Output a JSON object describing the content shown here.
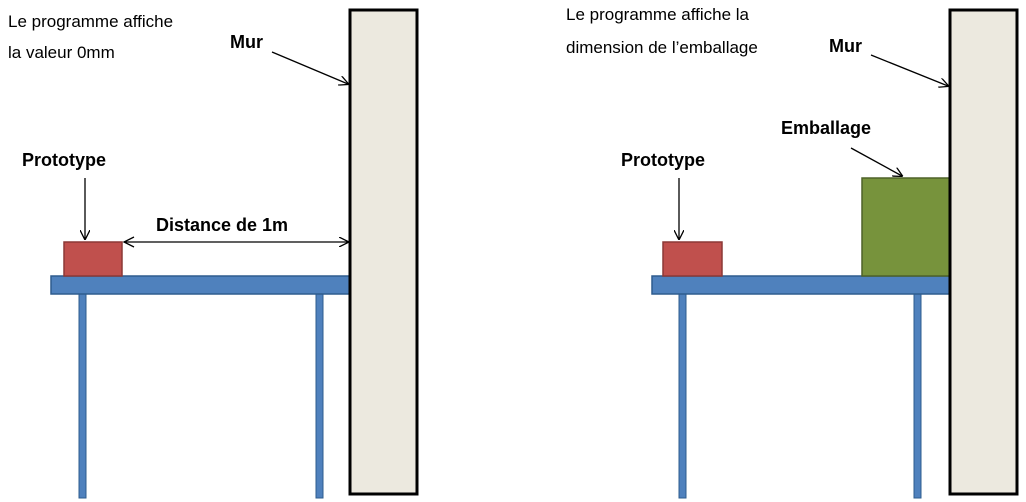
{
  "left_scene": {
    "caption_line1": "Le programme affiche",
    "caption_line2": "la valeur 0mm",
    "wall_label": "Mur",
    "prototype_label": "Prototype",
    "distance_label": "Distance de 1m"
  },
  "right_scene": {
    "caption_line1": "Le programme affiche la",
    "caption_line2": "dimension de l’emballage",
    "wall_label": "Mur",
    "prototype_label": "Prototype",
    "package_label": "Emballage"
  },
  "colors": {
    "wall_fill": "#ece9df",
    "table_fill": "#4f81bd",
    "table_stroke": "#2e5c8e",
    "prototype_fill": "#c0504d",
    "prototype_stroke": "#8c3836",
    "package_fill": "#77933c",
    "package_stroke": "#4f6228"
  }
}
